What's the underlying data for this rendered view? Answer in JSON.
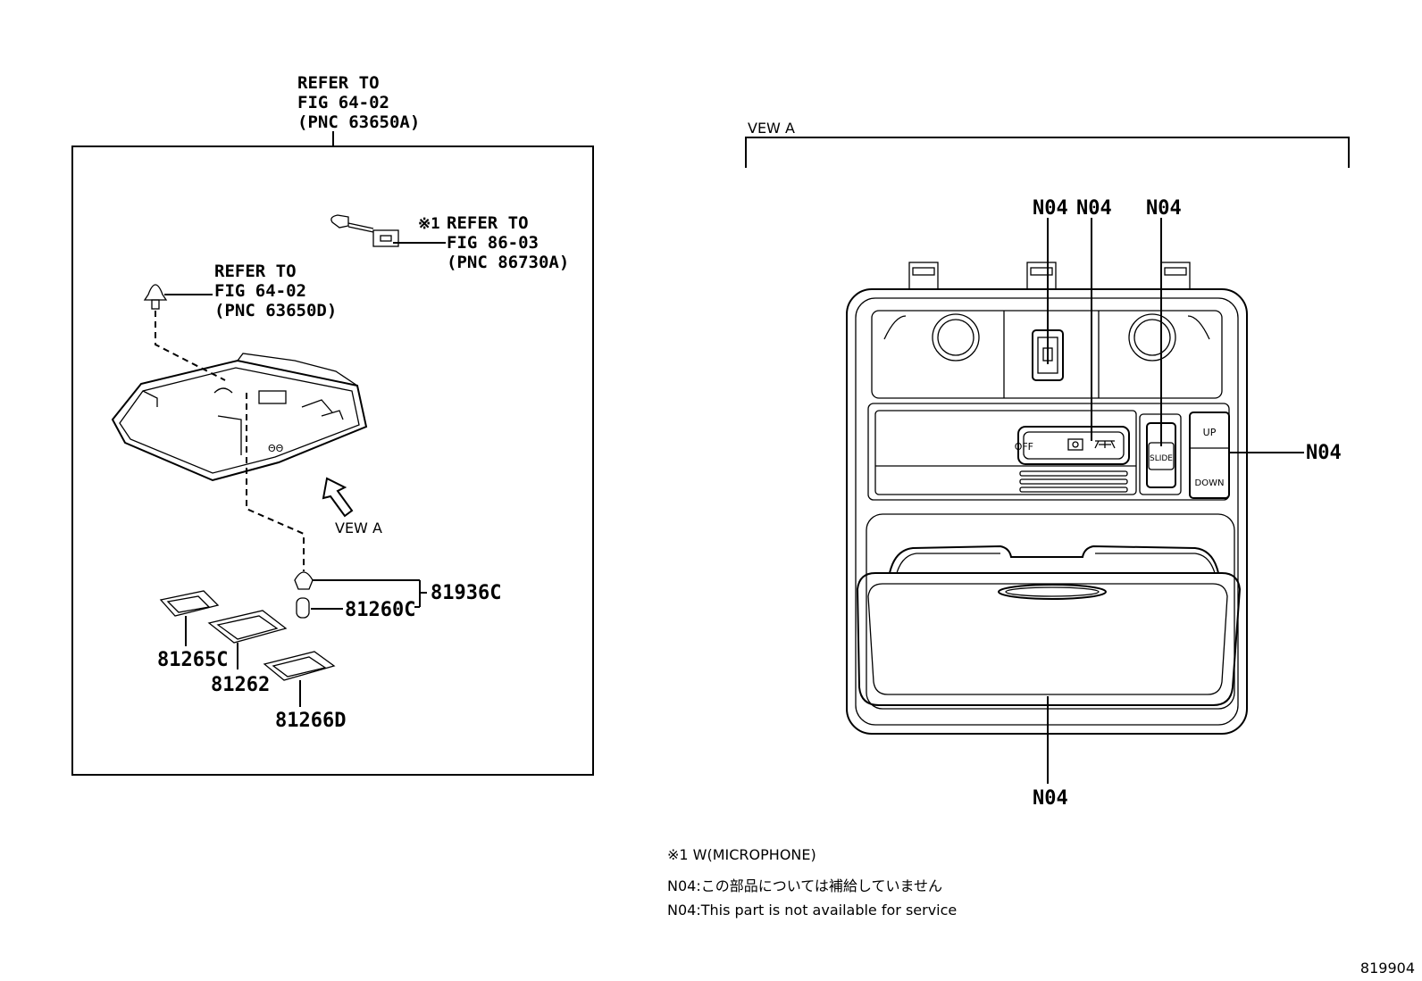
{
  "left_panel": {
    "refer_top": [
      "REFER TO",
      "FIG 64-02",
      "(PNC 63650A)"
    ],
    "refer_left": [
      "REFER TO",
      "FIG 64-02",
      "(PNC 63650D)"
    ],
    "refer_right_mark": "※1",
    "refer_right": [
      "REFER TO",
      "FIG 86-03",
      "(PNC 86730A)"
    ],
    "view_label": "VEW A",
    "parts": {
      "p81936C": "81936C",
      "p81260C": "81260C",
      "p81265C": "81265C",
      "p81262": "81262",
      "p81266D": "81266D"
    }
  },
  "right_panel": {
    "view_title": "VEW A",
    "callouts": [
      "N04",
      "N04",
      "N04",
      "N04",
      "N04"
    ],
    "switch_labels": {
      "off": "OFF",
      "slide": "SLIDE",
      "up": "UP",
      "down": "DOWN"
    }
  },
  "notes": {
    "note1": "※1  W(MICROPHONE)",
    "note2": "N04:この部品については補給していません",
    "note3": "N04:This part is not available for service"
  },
  "figure_number": "819904"
}
